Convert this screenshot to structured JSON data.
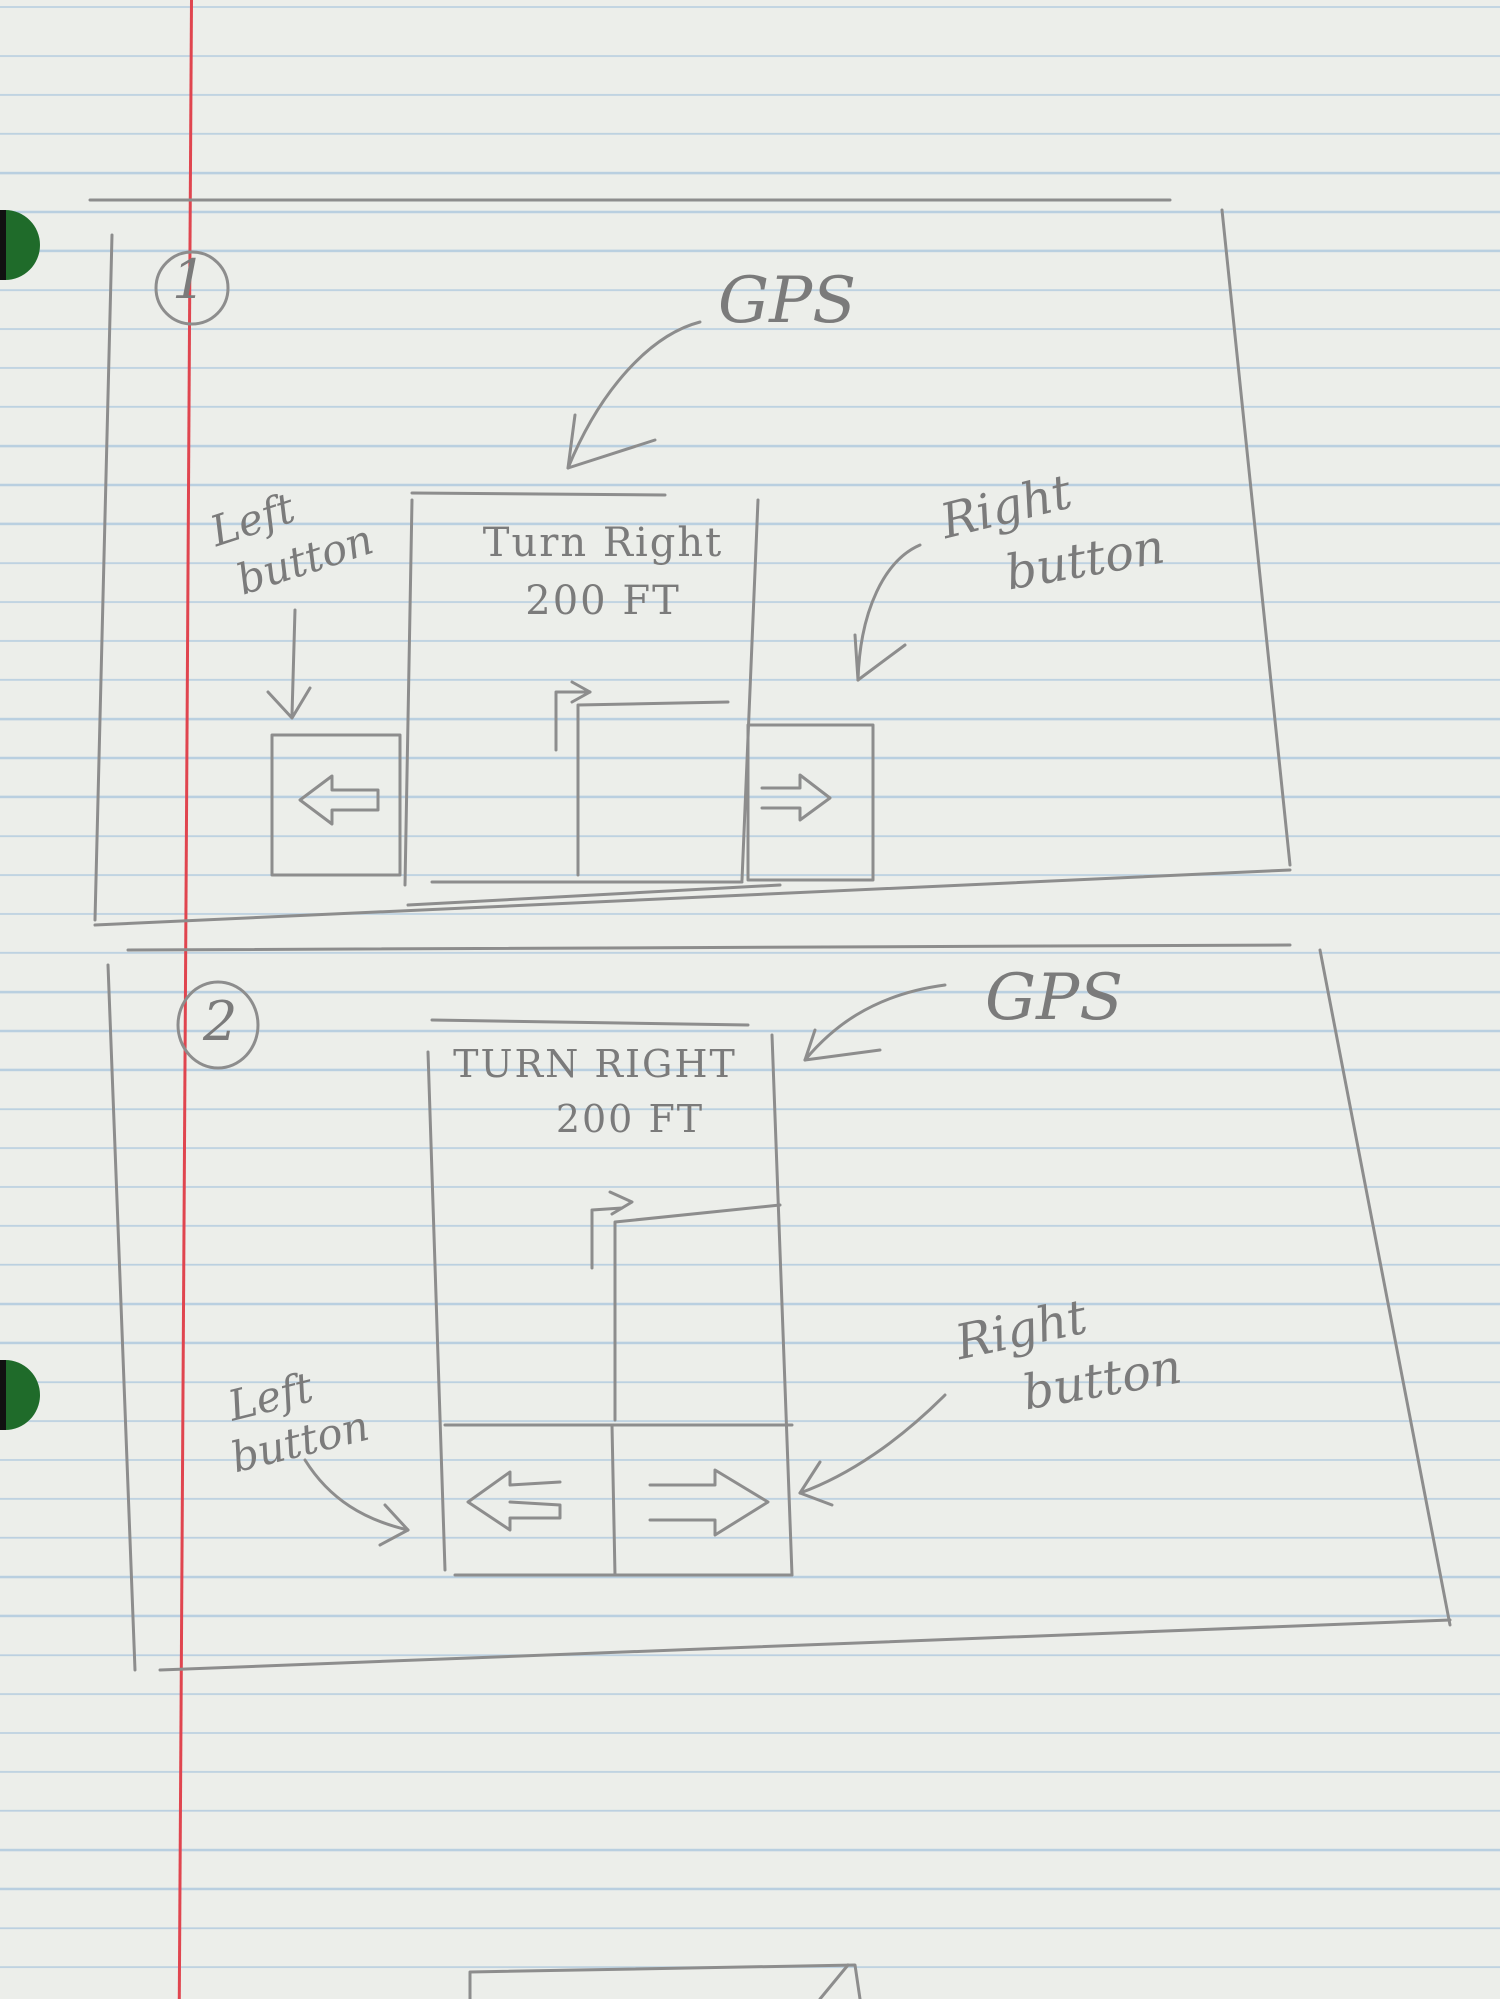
{
  "sketch1": {
    "number": "1",
    "gps_label": "GPS",
    "left_label": [
      "Left",
      "button"
    ],
    "right_label": [
      "Right",
      "button"
    ],
    "screen_line1": "Turn Right",
    "screen_line2": "200 FT"
  },
  "sketch2": {
    "number": "2",
    "gps_label": "GPS",
    "left_label": [
      "Left",
      "button"
    ],
    "right_label": [
      "Right",
      "button"
    ],
    "screen_line1": "TURN RIGHT",
    "screen_line2": "200 FT"
  }
}
